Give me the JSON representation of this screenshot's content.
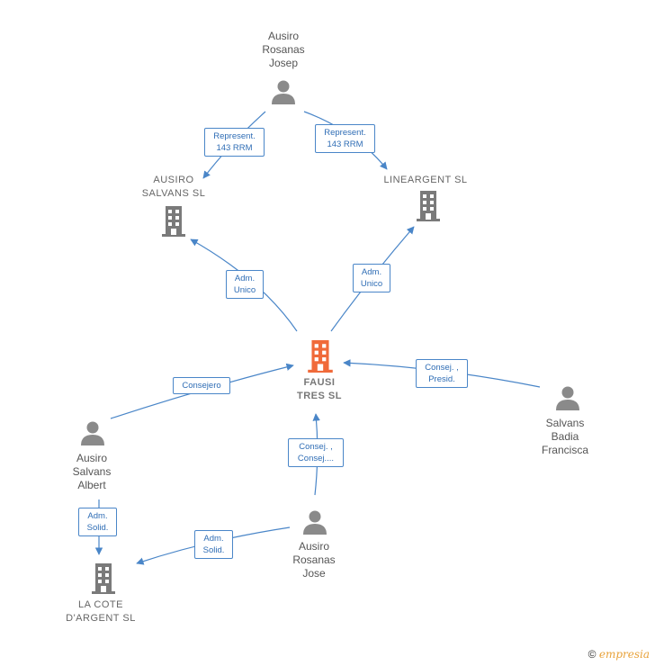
{
  "colors": {
    "edge": "#4a86c8",
    "person_icon": "#8a8a8a",
    "company_icon": "#7a7a7a",
    "center_icon": "#f06a3a"
  },
  "nodes": {
    "ausiro_josep": {
      "lines": [
        "Ausiro",
        "Rosanas",
        "Josep"
      ],
      "icon": "person-icon"
    },
    "ausiro_salvans_sl": {
      "lines": [
        "AUSIRO",
        "SALVANS SL"
      ],
      "icon": "building-icon"
    },
    "lineargent_sl": {
      "lines": [
        "LINEARGENT SL"
      ],
      "icon": "building-icon"
    },
    "fausi_tres_sl": {
      "lines": [
        "FAUSI",
        "TRES  SL"
      ],
      "icon": "building-icon"
    },
    "salvans_badia": {
      "lines": [
        "Salvans",
        "Badia",
        "Francisca"
      ],
      "icon": "person-icon"
    },
    "ausiro_albert": {
      "lines": [
        "Ausiro",
        "Salvans",
        "Albert"
      ],
      "icon": "person-icon"
    },
    "ausiro_jose": {
      "lines": [
        "Ausiro",
        "Rosanas",
        "Jose"
      ],
      "icon": "person-icon"
    },
    "la_cote": {
      "lines": [
        "LA COTE",
        "D'ARGENT  SL"
      ],
      "icon": "building-icon"
    }
  },
  "edges": {
    "e1": {
      "lines": [
        "Represent.",
        "143 RRM"
      ]
    },
    "e2": {
      "lines": [
        "Represent.",
        "143 RRM"
      ]
    },
    "e3": {
      "lines": [
        "Adm.",
        "Unico"
      ]
    },
    "e4": {
      "lines": [
        "Adm.",
        "Unico"
      ]
    },
    "e5": {
      "lines": [
        "Consejero"
      ]
    },
    "e6": {
      "lines": [
        "Consej. ,",
        "Presid."
      ]
    },
    "e7": {
      "lines": [
        "Consej. ,",
        "Consej...."
      ]
    },
    "e8": {
      "lines": [
        "Adm.",
        "Solid."
      ]
    },
    "e9": {
      "lines": [
        "Adm.",
        "Solid."
      ]
    }
  },
  "footer": {
    "copyright": "©",
    "brand": "empresia"
  }
}
